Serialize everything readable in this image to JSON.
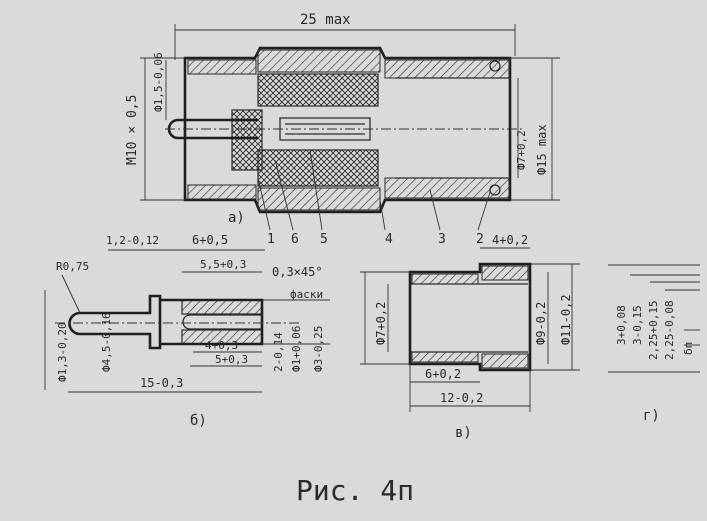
{
  "colors": {
    "paper": "#dadad8",
    "ink": "#2a2a2a"
  },
  "view_a": {
    "label": "а)",
    "overall": "25 max",
    "thread": "M10 × 0,5",
    "pin_dia": "Ф1,5-0,06",
    "bore": "Ф7+0,2",
    "outer": "Ф15 max",
    "parts": [
      "1",
      "6",
      "5",
      "4",
      "3",
      "2"
    ]
  },
  "view_b": {
    "label": "б)",
    "r": "R0,75",
    "head": "1,2-0,12",
    "len1": "6+0,5",
    "len2": "5,5+0,3",
    "chamfer": "0,3×45°",
    "chamfer_note": "фаски",
    "d1": "Ф1,3-0,20",
    "d2": "Ф4,5-0,16",
    "len3": "4+0,3",
    "len4": "5+0,3",
    "len5": "15-0,3",
    "dv1": "2-0,14",
    "dv2": "Ф1+0,06",
    "dv3": "Ф3-0,25"
  },
  "view_v": {
    "label": "в)",
    "step": "4+0,2",
    "d_in": "Ф7+0,2",
    "d_mid": "Ф9-0,2",
    "d_out": "Ф11-0,2",
    "len1": "6+0,2",
    "len2": "12-0,2"
  },
  "view_g": {
    "label": "г)",
    "d1": "3+0,08",
    "d2": "3-0,15",
    "d3": "2,25+0,15",
    "d4": "2,25-0,08",
    "d5": "δп"
  },
  "caption": "Рис. 4п"
}
